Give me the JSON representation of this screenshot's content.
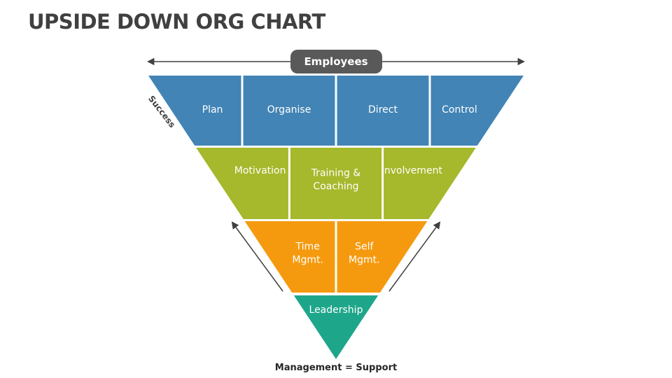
{
  "title": "UPSIDE DOWN ORG CHART",
  "top_bar": {
    "label": "Employees"
  },
  "side_label": "Success",
  "rows": [
    {
      "color": "#4284B5",
      "cells": [
        [
          "Plan"
        ],
        [
          "Organise"
        ],
        [
          "Direct"
        ],
        [
          "Control"
        ]
      ]
    },
    {
      "color": "#A6B82B",
      "cells": [
        [
          "Motivation"
        ],
        [
          "Training &",
          "Coaching"
        ],
        [
          "Involvement"
        ]
      ]
    },
    {
      "color": "#F59A0E",
      "cells": [
        [
          "Time",
          "Mgmt."
        ],
        [
          "Self",
          "Mgmt."
        ]
      ]
    }
  ],
  "apex": {
    "label": "Leadership",
    "color": "#1EA68A"
  },
  "pill_color": "#595959",
  "footer": "Management = Support"
}
